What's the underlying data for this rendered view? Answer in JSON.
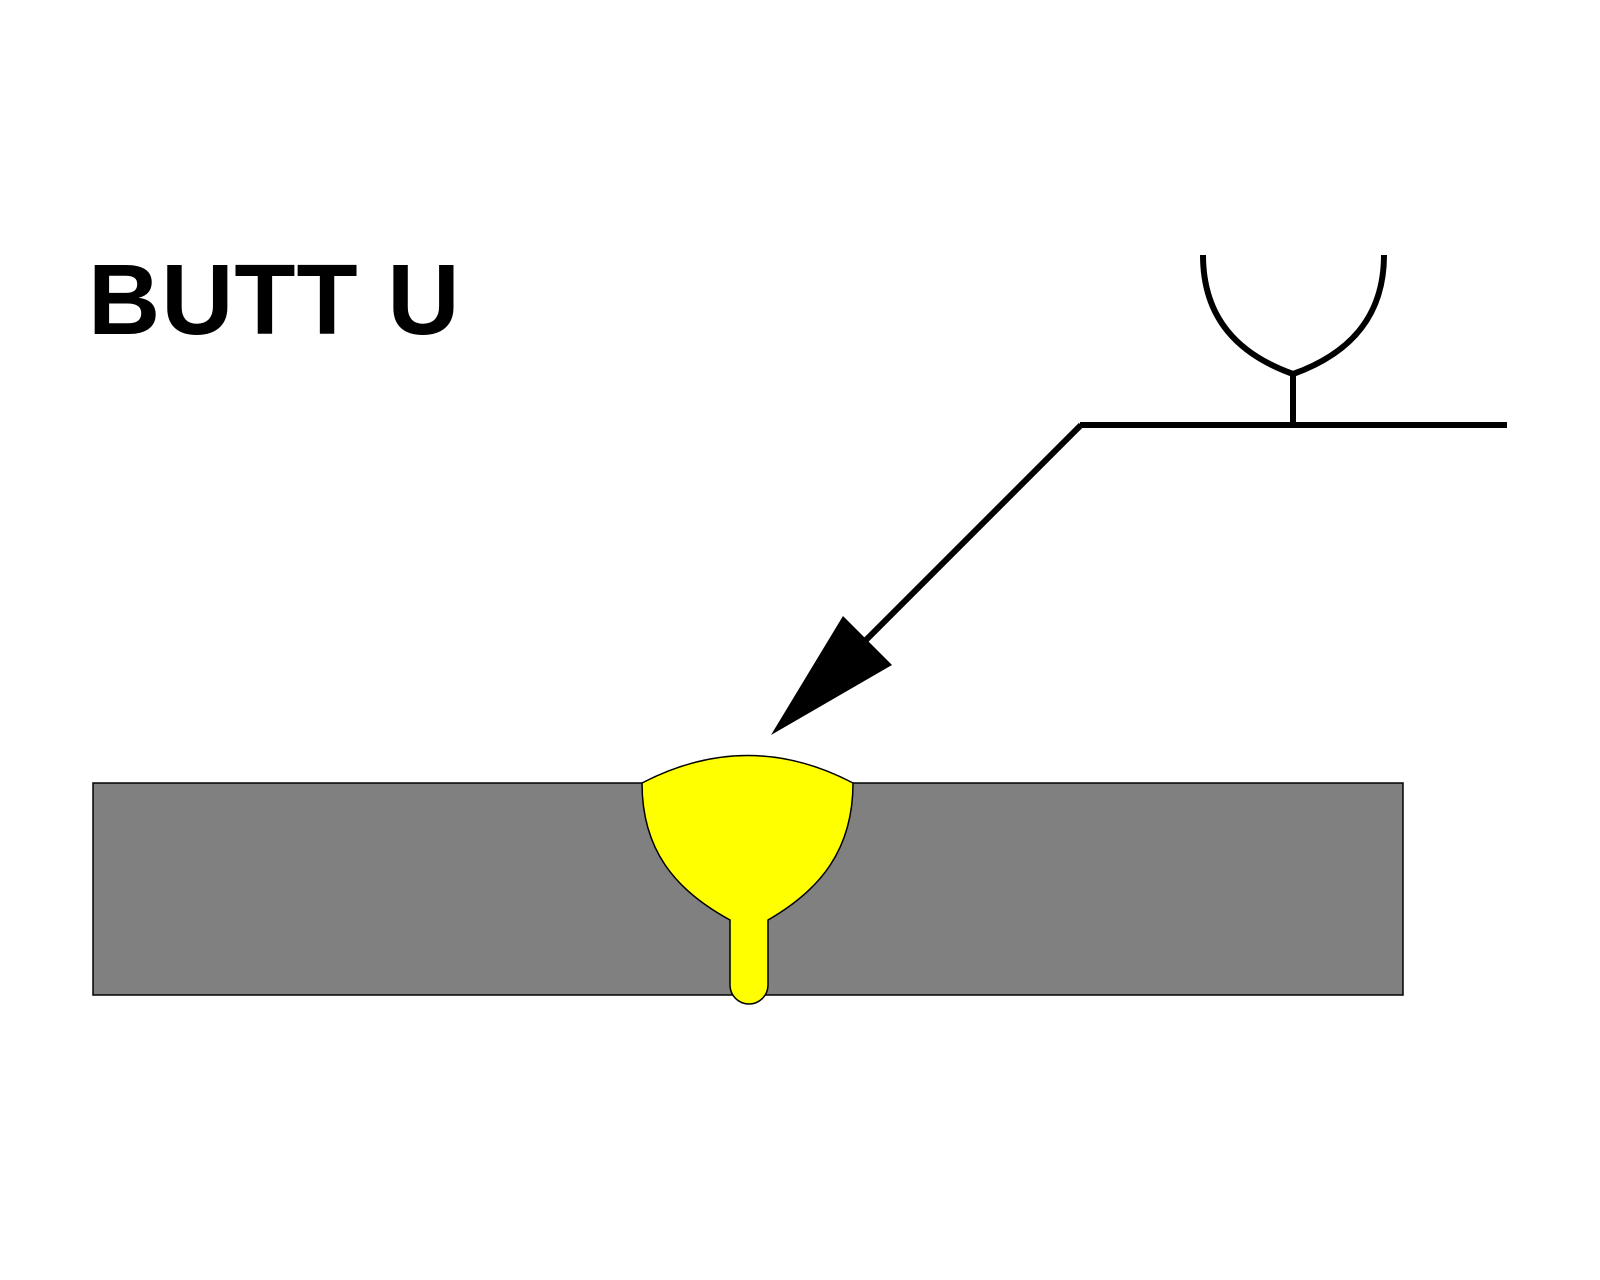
{
  "title": "BUTT U",
  "colors": {
    "background": "#ffffff",
    "plate": "#808080",
    "weld": "#ffff00",
    "line": "#000000"
  },
  "symbol": {
    "type": "u-groove-weld-symbol",
    "side": "other-side"
  }
}
